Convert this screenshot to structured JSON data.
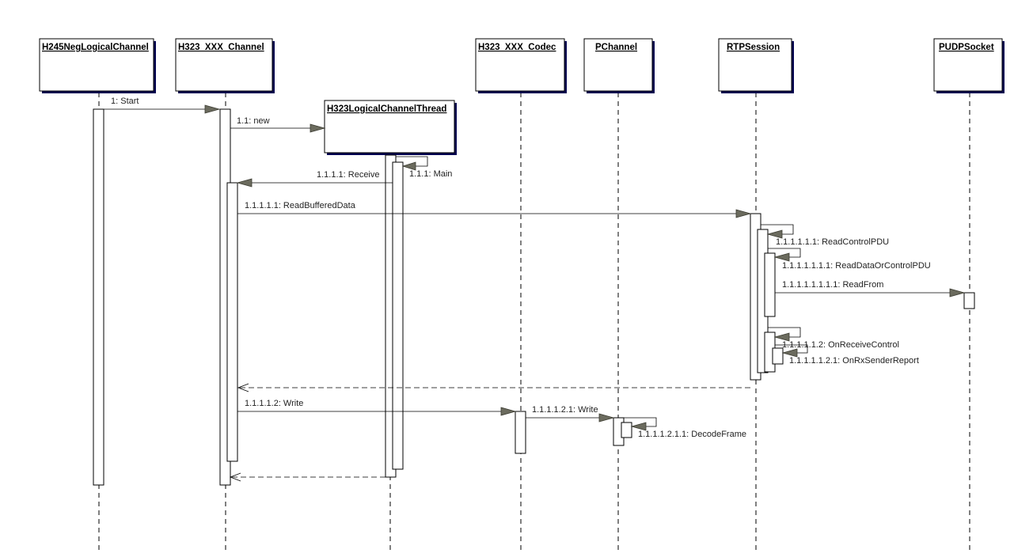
{
  "lifelines": [
    {
      "id": "h245",
      "label": "H245NegLogicalChannel"
    },
    {
      "id": "chan",
      "label": "H323_XXX_Channel"
    },
    {
      "id": "thread",
      "label": "H323LogicalChannelThread"
    },
    {
      "id": "codec",
      "label": "H323_XXX_Codec"
    },
    {
      "id": "pchan",
      "label": "PChannel"
    },
    {
      "id": "rtp",
      "label": "RTPSession"
    },
    {
      "id": "udp",
      "label": "PUDPSocket"
    }
  ],
  "messages": [
    {
      "id": "m1",
      "text": "1: Start"
    },
    {
      "id": "m2",
      "text": "1.1: new"
    },
    {
      "id": "m3",
      "text": "1.1.1: Main"
    },
    {
      "id": "m4",
      "text": "1.1.1.1: Receive"
    },
    {
      "id": "m5",
      "text": "1.1.1.1.1: ReadBufferedData"
    },
    {
      "id": "m6",
      "text": "1.1.1.1.1.1: ReadControlPDU"
    },
    {
      "id": "m7",
      "text": "1.1.1.1.1.1.1: ReadDataOrControlPDU"
    },
    {
      "id": "m8",
      "text": "1.1.1.1.1.1.1.1: ReadFrom"
    },
    {
      "id": "m9",
      "text": "1.1.1.1.1.2: OnReceiveControl"
    },
    {
      "id": "m10",
      "text": "1.1.1.1.1.2.1: OnRxSenderReport"
    },
    {
      "id": "m11",
      "text": "1.1.1.1.2: Write"
    },
    {
      "id": "m12",
      "text": "1.1.1.1.2.1: Write"
    },
    {
      "id": "m13",
      "text": "1.1.1.1.2.1.1: DecodeFrame"
    }
  ]
}
